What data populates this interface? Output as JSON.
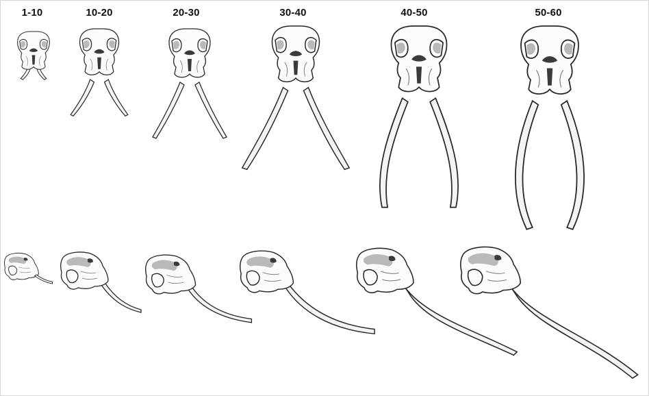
{
  "age_labels": [
    "1-10",
    "10-20",
    "20-30",
    "30-40",
    "40-50",
    "50-60"
  ]
}
